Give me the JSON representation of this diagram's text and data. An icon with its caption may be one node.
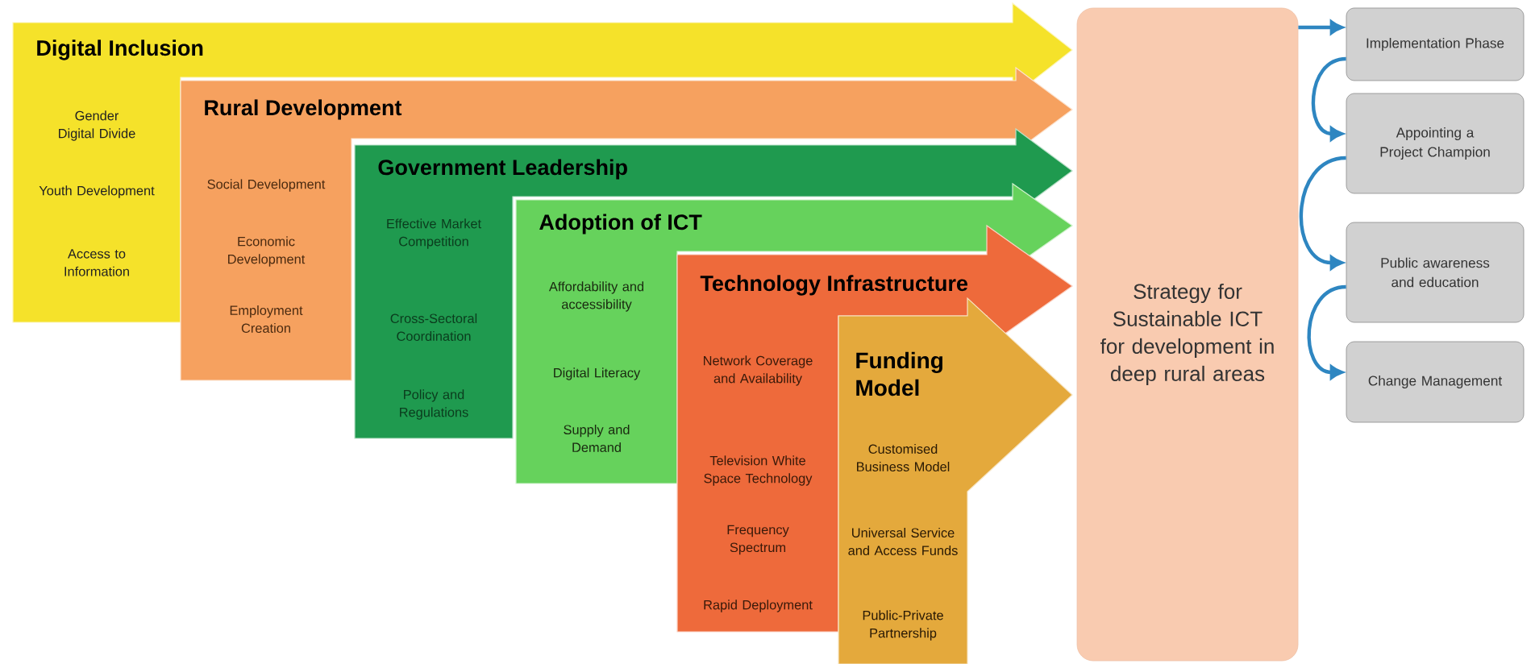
{
  "diagram": {
    "nodes": [
      {
        "text": [
          "Digital Inclusion",
          "Gender Digital Divide",
          "Youth Development",
          "Access to Information"
        ]
      },
      {
        "text": [
          "Rural Development",
          "Social Development",
          "Economic Development",
          "Employment Creation"
        ]
      },
      {
        "text": [
          "Government Leadership",
          "Effective Market Competition",
          "Cross-Sectoral Coordination",
          "Policy and Regulations"
        ]
      },
      {
        "text": [
          "Adoption of ICT",
          "Affordability and accessibility",
          "Digital Literacy",
          "Supply and Demand"
        ]
      },
      {
        "text": [
          "Technology Infrastructure",
          "Network Coverage and Availability",
          "Television White Space Technology",
          "Frequency Spectrum",
          "Rapid Deployment"
        ]
      },
      {
        "text": [
          "Funding Model",
          "Customised Business Model",
          "Universal Service and Access Funds",
          "Public-Private Partnership"
        ]
      },
      {
        "text": [
          "Strategy for Sustainable ICT for development in deep rural areas"
        ]
      },
      {
        "text": [
          "Implementation Phase"
        ]
      },
      {
        "text": [
          "Appointing a Project Champion"
        ]
      },
      {
        "text": [
          "Public awareness and education"
        ]
      },
      {
        "text": [
          "Change Management"
        ]
      }
    ],
    "edges": [
      {
        "from": 6,
        "to": 7,
        "arrow": "to"
      },
      {
        "from": 7,
        "to": 8,
        "arrow": "to"
      },
      {
        "from": 8,
        "to": 9,
        "arrow": "to"
      },
      {
        "from": 9,
        "to": 10,
        "arrow": "to"
      }
    ]
  }
}
